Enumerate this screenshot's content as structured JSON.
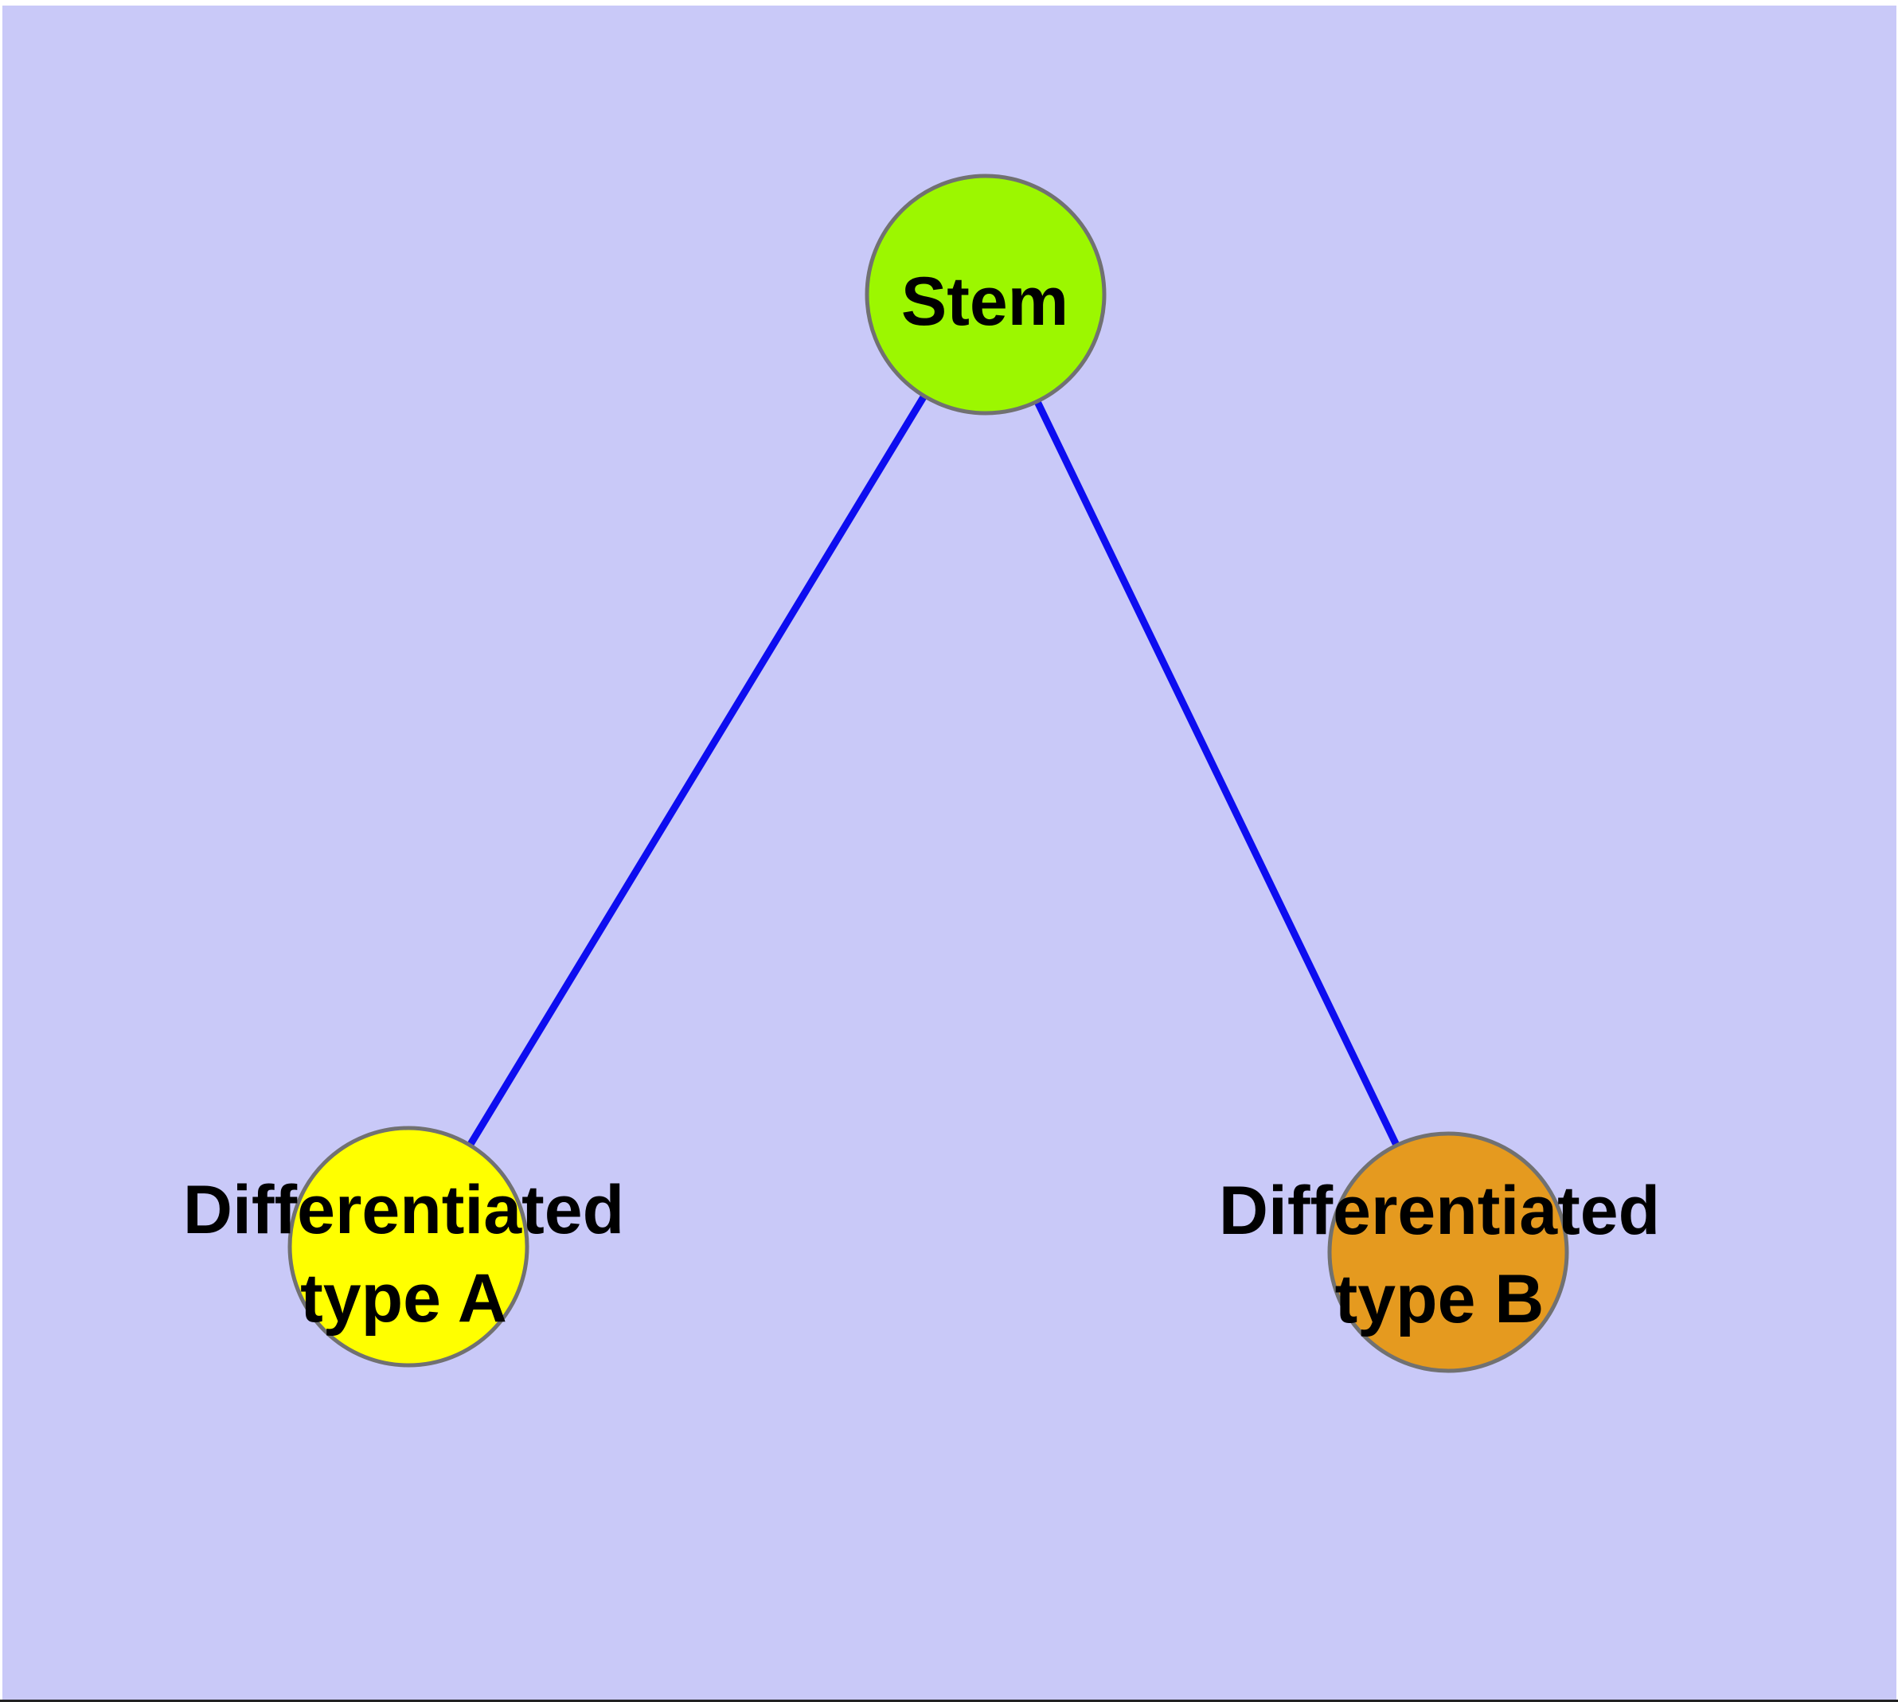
{
  "colors": {
    "background": "#C9C9F8",
    "frame": "#FFFFFF",
    "bottom_border": "#222222",
    "edge": "#0D0DF0",
    "node_border": "#717171",
    "text": "#000000"
  },
  "nodes": {
    "stem": {
      "label": "Stem",
      "color": "#9CF700"
    },
    "type_a": {
      "lines": [
        "Differentiated",
        "type A"
      ],
      "color": "#FFFF00"
    },
    "type_b": {
      "lines": [
        "Differentiated",
        "type B"
      ],
      "color": "#E59A1F"
    }
  },
  "edges": [
    {
      "from": "Stem",
      "to": "Differentiated type A"
    },
    {
      "from": "Stem",
      "to": "Differentiated type B"
    }
  ]
}
